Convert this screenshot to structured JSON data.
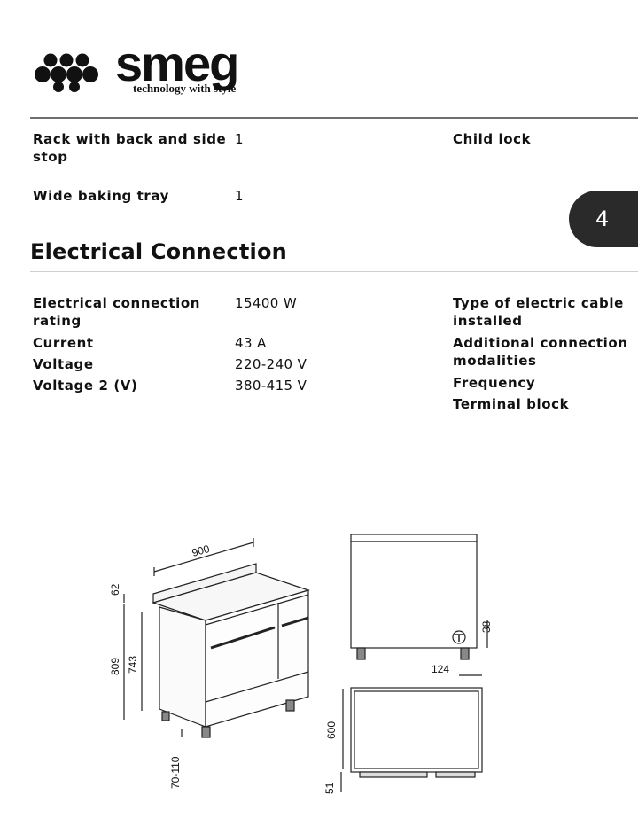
{
  "brand": {
    "name": "smeg",
    "tagline": "technology with style"
  },
  "accessories": [
    {
      "label": "Rack with back and side stop",
      "value": "1"
    },
    {
      "label": "Wide baking tray",
      "value": "1"
    }
  ],
  "accessories_right": [
    {
      "label": "Child lock"
    }
  ],
  "page_tab": "4",
  "electrical": {
    "title": "Electrical Connection",
    "rows_left": [
      {
        "label": "Electrical connection rating",
        "value": "15400 W"
      },
      {
        "label": "Current",
        "value": "43 A"
      },
      {
        "label": "Voltage",
        "value": "220-240 V"
      },
      {
        "label": "Voltage 2 (V)",
        "value": "380-415 V"
      }
    ],
    "rows_right": [
      {
        "label": "Type of electric cable installed"
      },
      {
        "label": "Additional connection modalities"
      },
      {
        "label": "Frequency"
      },
      {
        "label": "Terminal block"
      }
    ]
  },
  "dimensions": {
    "width": "900",
    "backsplash": "62",
    "total_height": "809",
    "body_height": "743",
    "feet": "70-110",
    "plug_height": "38",
    "plug_offset": "124",
    "depth": "600",
    "door_depth": "51"
  }
}
